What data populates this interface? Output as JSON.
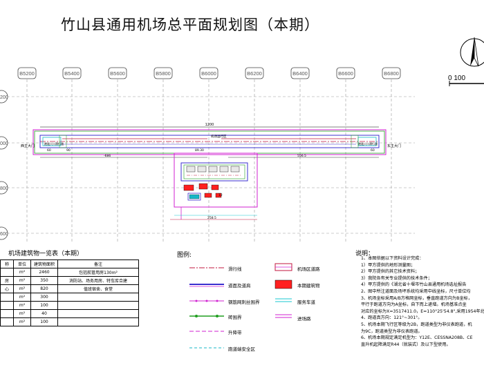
{
  "title": "竹山县通用机场总平面规划图（本期）",
  "scale_label": "0 100",
  "grid_x_labels": [
    "B5200",
    "B5400",
    "B5600",
    "B5800",
    "B6000",
    "B6200",
    "B6400",
    "B6600",
    "B6800"
  ],
  "grid_y_labels": [
    "200",
    "000",
    "800",
    "600"
  ],
  "plan_labels": {
    "runway_length": "1200",
    "west_gate": "西主大门",
    "east_gate": "东主大门",
    "west_taxiway": "跑道入口滑行道",
    "east_taxiway": "跑道入口滑行道",
    "apron": "机场运行区",
    "dim_left": "-686",
    "dim_right": "556.5",
    "dim_90": "90",
    "dim_60a": "60",
    "dim_60b": "60",
    "dim_89": "89.30",
    "dim_bottom": "258.5",
    "bld_12": "12"
  },
  "building_table": {
    "caption": "机场建筑物一览表（本期）",
    "headers": [
      "称",
      "单位",
      "建筑物面积",
      "备注"
    ],
    "rows": [
      [
        "",
        "m²",
        "2460",
        "包括航管用房130m²"
      ],
      [
        "房",
        "m²",
        "350",
        "消防站、场务用房、特车库合建"
      ],
      [
        "心",
        "m²",
        "820",
        "值班宿舍、食堂"
      ],
      [
        "",
        "m²",
        "300",
        ""
      ],
      [
        "",
        "m²",
        "100",
        ""
      ],
      [
        "",
        "m²",
        "40",
        ""
      ],
      [
        "",
        "m²",
        "100",
        ""
      ]
    ]
  },
  "legend": {
    "caption": "图例:",
    "items": [
      {
        "label": "滑行线"
      },
      {
        "label": "道面及道肩"
      },
      {
        "label": "钢筋网刺丝围界"
      },
      {
        "label": "砖围界"
      },
      {
        "label": "升降带"
      },
      {
        "label": "跑道端安全区"
      },
      {
        "label": "机场区道路"
      },
      {
        "label": "本期建筑物"
      },
      {
        "label": "服务车道"
      },
      {
        "label": "进场路"
      }
    ]
  },
  "notes": {
    "caption": "说明：",
    "lines": [
      "1、本图依据以下资料设计完成：",
      "   1）甲方提供的地形测量图；",
      "   2）甲方提供的其它技术资料；",
      "   3）我院各有关专业提供的技术条件；",
      "   4）甲方提供的《湖北省十堰市竹山县通用机场选址报告",
      "2、图中所注道面及场坪系统均采用中线坐标，尺寸单位均",
      "3、机场坐标采用A/B方格网坐标，垂直跑道方向为B坐标，",
      "   平行于跑道方向为A坐标，自下而上递增。机场基准点坐",
      "   对应的坐标为X=3517411.0，E=110°25'54.8\",采用1954年北",
      "4、跑道真方向：121°~301°。",
      "5、机场本期飞行区等级为2B，跑道类型为非仪表跑道，机",
      "   为9C，跑道类型为非仪表跑道。",
      "6、机场本期规定满足机型为：Y12E、CESSNA208B、CE",
      "   直升机起降满足R44（就装式）及以下型使用。"
    ]
  },
  "colors": {
    "taxiway_line": "#c0143c",
    "pavement": "#3a2fcf",
    "wire_fence": "#d11fd1",
    "brick_fence": "#1f9e1f",
    "strip": "#d11fd1",
    "resa": "#17b7c7",
    "airport_road": "#c0143c",
    "building": "#e01010",
    "service_road": "#17c7d0",
    "access_road": "#d11fd1"
  }
}
